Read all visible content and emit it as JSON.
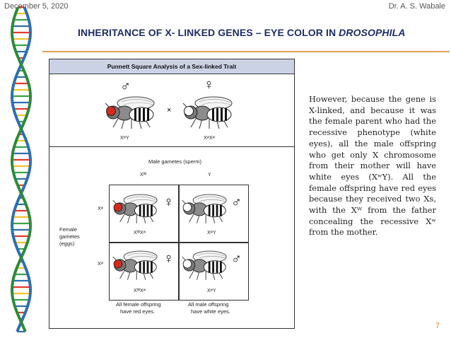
{
  "header": {
    "date": "December 5, 2020",
    "author": "Dr. A. S. Wabale",
    "title_main": "INHERITANCE OF X- LINKED GENES – EYE COLOR IN ",
    "title_italic": "DROSOPHILA"
  },
  "figure": {
    "title": "Punnett Square Analysis of a Sex-linked Trait",
    "male_symbol": "♂",
    "female_symbol": "♀",
    "cross_sign": "×",
    "parent_male_genotype": "XʷY",
    "parent_female_genotype": "XʷXʷ",
    "male_gametes_label": "Male gametes (sperm)",
    "male_gamete_x": "Xᵂ",
    "male_gamete_y": "Y",
    "female_gametes_label_1": "Female",
    "female_gametes_label_2": "gametes",
    "female_gametes_label_3": "(eggs)",
    "female_gamete_1": "Xʷ",
    "female_gamete_2": "Xʷ",
    "offspring_tl": "XᵂXʷ",
    "offspring_tr": "XʷY",
    "offspring_bl": "XᵂXʷ",
    "offspring_br": "XʷY",
    "caption_left_1": "All female offspring",
    "caption_left_2": "have red eyes.",
    "caption_right_1": "All male offspring",
    "caption_right_2": "have white eyes."
  },
  "paragraph": "However, because the gene is X-linked, and because it was the female parent who had the recessive phenotype (white eyes), all the male offspring who get only X chromosome from their mother will have white eyes (XʷY). All the female offspring have red eyes because they received two Xs, with the Xᵂ from the father concealing the recessive Xʷ from the mother.",
  "page_number": "7",
  "colors": {
    "title": "#1f2d66",
    "rule": "#e2a055",
    "page_number": "#e07f25",
    "fig_header": "#ccd2e6",
    "red_eye": "#d42a1e"
  },
  "icons": [
    "dna-helix-icon",
    "fruit-fly-icon"
  ]
}
